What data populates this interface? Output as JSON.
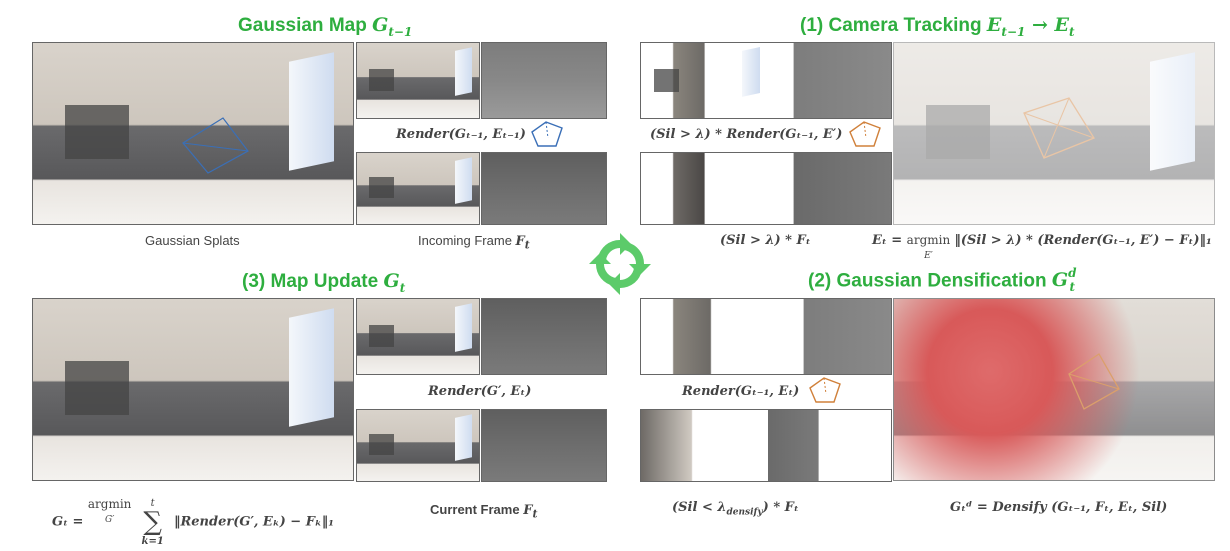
{
  "titles": {
    "gaussian_map": "Gaussian Map",
    "gaussian_map_math": "G",
    "gaussian_map_sub": "t−1",
    "camera_tracking": "(1) Camera Tracking",
    "camera_tracking_math": "E",
    "camera_tracking_sub1": "t−1",
    "camera_tracking_arrow": "→",
    "camera_tracking_math2": "E",
    "camera_tracking_sub2": "t",
    "map_update": "(3) Map Update",
    "map_update_math": "G",
    "map_update_sub": "t",
    "densification": "(2) Gaussian Densification",
    "densification_math": "G",
    "densification_sub": "t",
    "densification_sup": "d"
  },
  "captions": {
    "gaussian_splats": "Gaussian Splats",
    "incoming_frame": "Incoming Frame",
    "incoming_frame_math": "F",
    "incoming_frame_sub": "t",
    "current_frame": "Current Frame",
    "current_frame_math": "F",
    "current_frame_sub": "t"
  },
  "equations": {
    "render_prev": "Render(Gₜ₋₁, Eₜ₋₁)",
    "sil_render": "(Sil > λ) * Render(Gₜ₋₁, E′)",
    "sil_frame": "(Sil > λ) * Fₜ",
    "tracking_obj_lhs": "Eₜ = ",
    "tracking_obj_argmin": "argmin",
    "tracking_obj_argmin_sub": "E′",
    "tracking_obj_rhs": "‖(Sil > λ) * (Render(Gₜ₋₁, E′) − Fₜ)‖₁",
    "render_update": "Render(G′, Eₜ)",
    "map_obj_lhs": "Gₜ = ",
    "map_obj_argmin": "argmin",
    "map_obj_argmin_sub": "G′",
    "map_obj_sum_top": "t",
    "map_obj_sum_sym": "∑",
    "map_obj_sum_bottom": "k=1",
    "map_obj_rhs": "‖Render(G′, Eₖ) − Fₖ‖₁",
    "render_dens": "Render(Gₜ₋₁, Eₜ)",
    "sil_densify": "(Sil < λ",
    "sil_densify_sub": "densify",
    "sil_densify_tail": ") * Fₜ",
    "densify_eq": "Gₜᵈ = Densify (Gₜ₋₁, Fₜ, Eₜ, Sil)"
  },
  "colors": {
    "title_green": "#2eae3f",
    "camera_blue": "#3a6fb7",
    "camera_orange": "#d0803a",
    "cycle_green": "#5ccb6a"
  },
  "icons": {
    "cycle": "refresh-cycle-icon",
    "camera_blue": "camera-frustum-icon",
    "camera_orange": "camera-frustum-icon"
  }
}
